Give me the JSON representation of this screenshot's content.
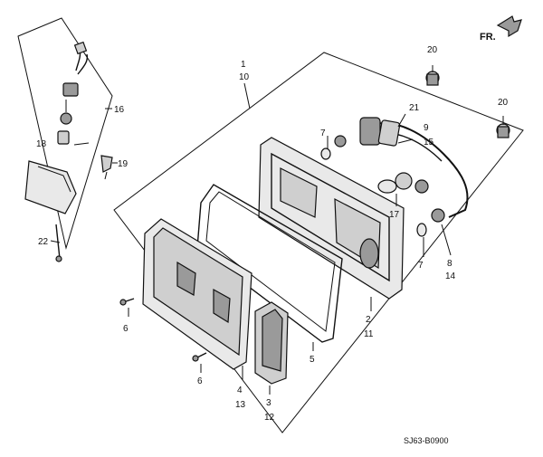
{
  "diagram": {
    "direction_label": "FR.",
    "diagram_code": "SJ63-B0900",
    "callouts": {
      "c1": "1",
      "c10": "10",
      "c16": "16",
      "c18": "18",
      "c19": "19",
      "c22": "22",
      "c20a": "20",
      "c20b": "20",
      "c21": "21",
      "c9": "9",
      "c15": "15",
      "c7a": "7",
      "c17": "17",
      "c7b": "7",
      "c8": "8",
      "c14": "14",
      "c6a": "6",
      "c6b": "6",
      "c5": "5",
      "c2": "2",
      "c11": "11",
      "c4": "4",
      "c13": "13",
      "c3": "3",
      "c12": "12"
    }
  }
}
